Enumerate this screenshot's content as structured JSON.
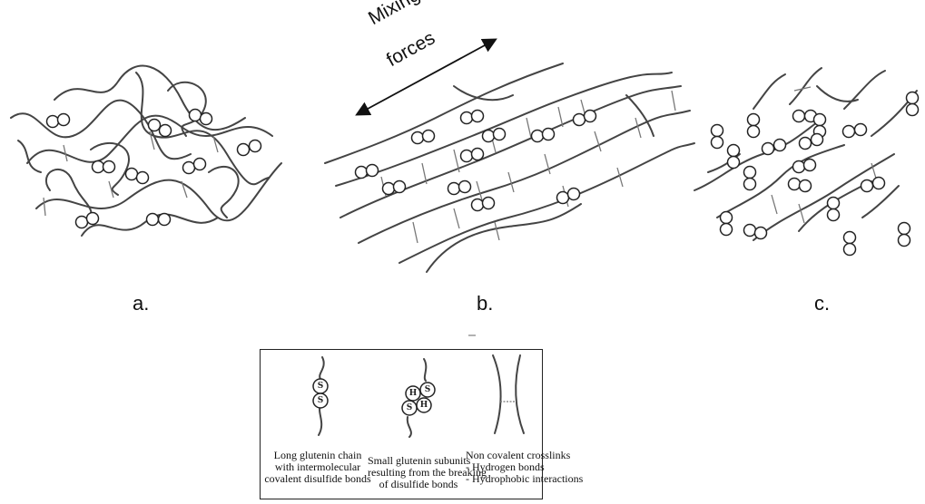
{
  "arrow_label": [
    "Mixing",
    "forces"
  ],
  "panels": [
    {
      "id": "a",
      "label": "a."
    },
    {
      "id": "b",
      "label": "b."
    },
    {
      "id": "c",
      "label": "c."
    }
  ],
  "legend": {
    "items": [
      {
        "id": "disulfide",
        "symbol": [
          "S",
          "S"
        ],
        "caption": [
          "Long glutenin chain",
          "with intermolecular",
          "covalent disulfide bonds"
        ]
      },
      {
        "id": "subunits",
        "symbol": [
          "H",
          "S",
          "S",
          "H"
        ],
        "caption": [
          "Small glutenin subunits",
          "resulting from the breaking",
          "of disulfide bonds"
        ]
      },
      {
        "id": "noncovalent",
        "symbol": [],
        "caption": [
          "Non covalent crosslinks",
          "- Hydrogen bonds",
          "- Hydrophobic interactions"
        ]
      }
    ]
  },
  "bead_letters": {
    "sulfur": "S",
    "hydrogen": "H"
  }
}
